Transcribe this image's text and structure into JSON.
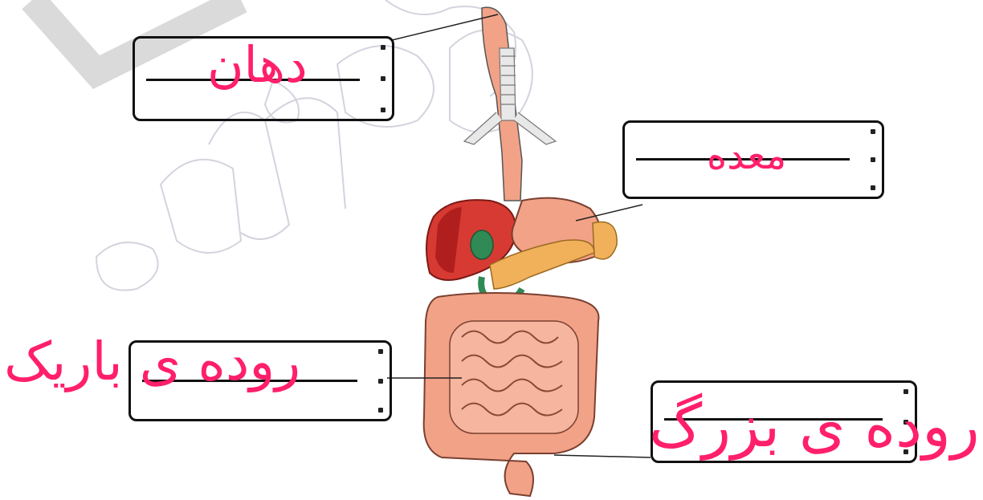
{
  "labels": {
    "mouth": "دهان",
    "stomach": "معده",
    "small_intestine": "روده ی باریک",
    "large_intestine": "روده ی بزرگ"
  },
  "colors": {
    "handwriting": "#ff1f6b",
    "organ_fill": "#f2a287",
    "liver": "#c8252a",
    "gallbladder": "#2f8a55",
    "pancreas": "#f1b05a",
    "watermark": "#c9c9d6"
  },
  "icons": {
    "watermark": "watermark-script",
    "organ_diagram": "digestive-system-illustration"
  }
}
